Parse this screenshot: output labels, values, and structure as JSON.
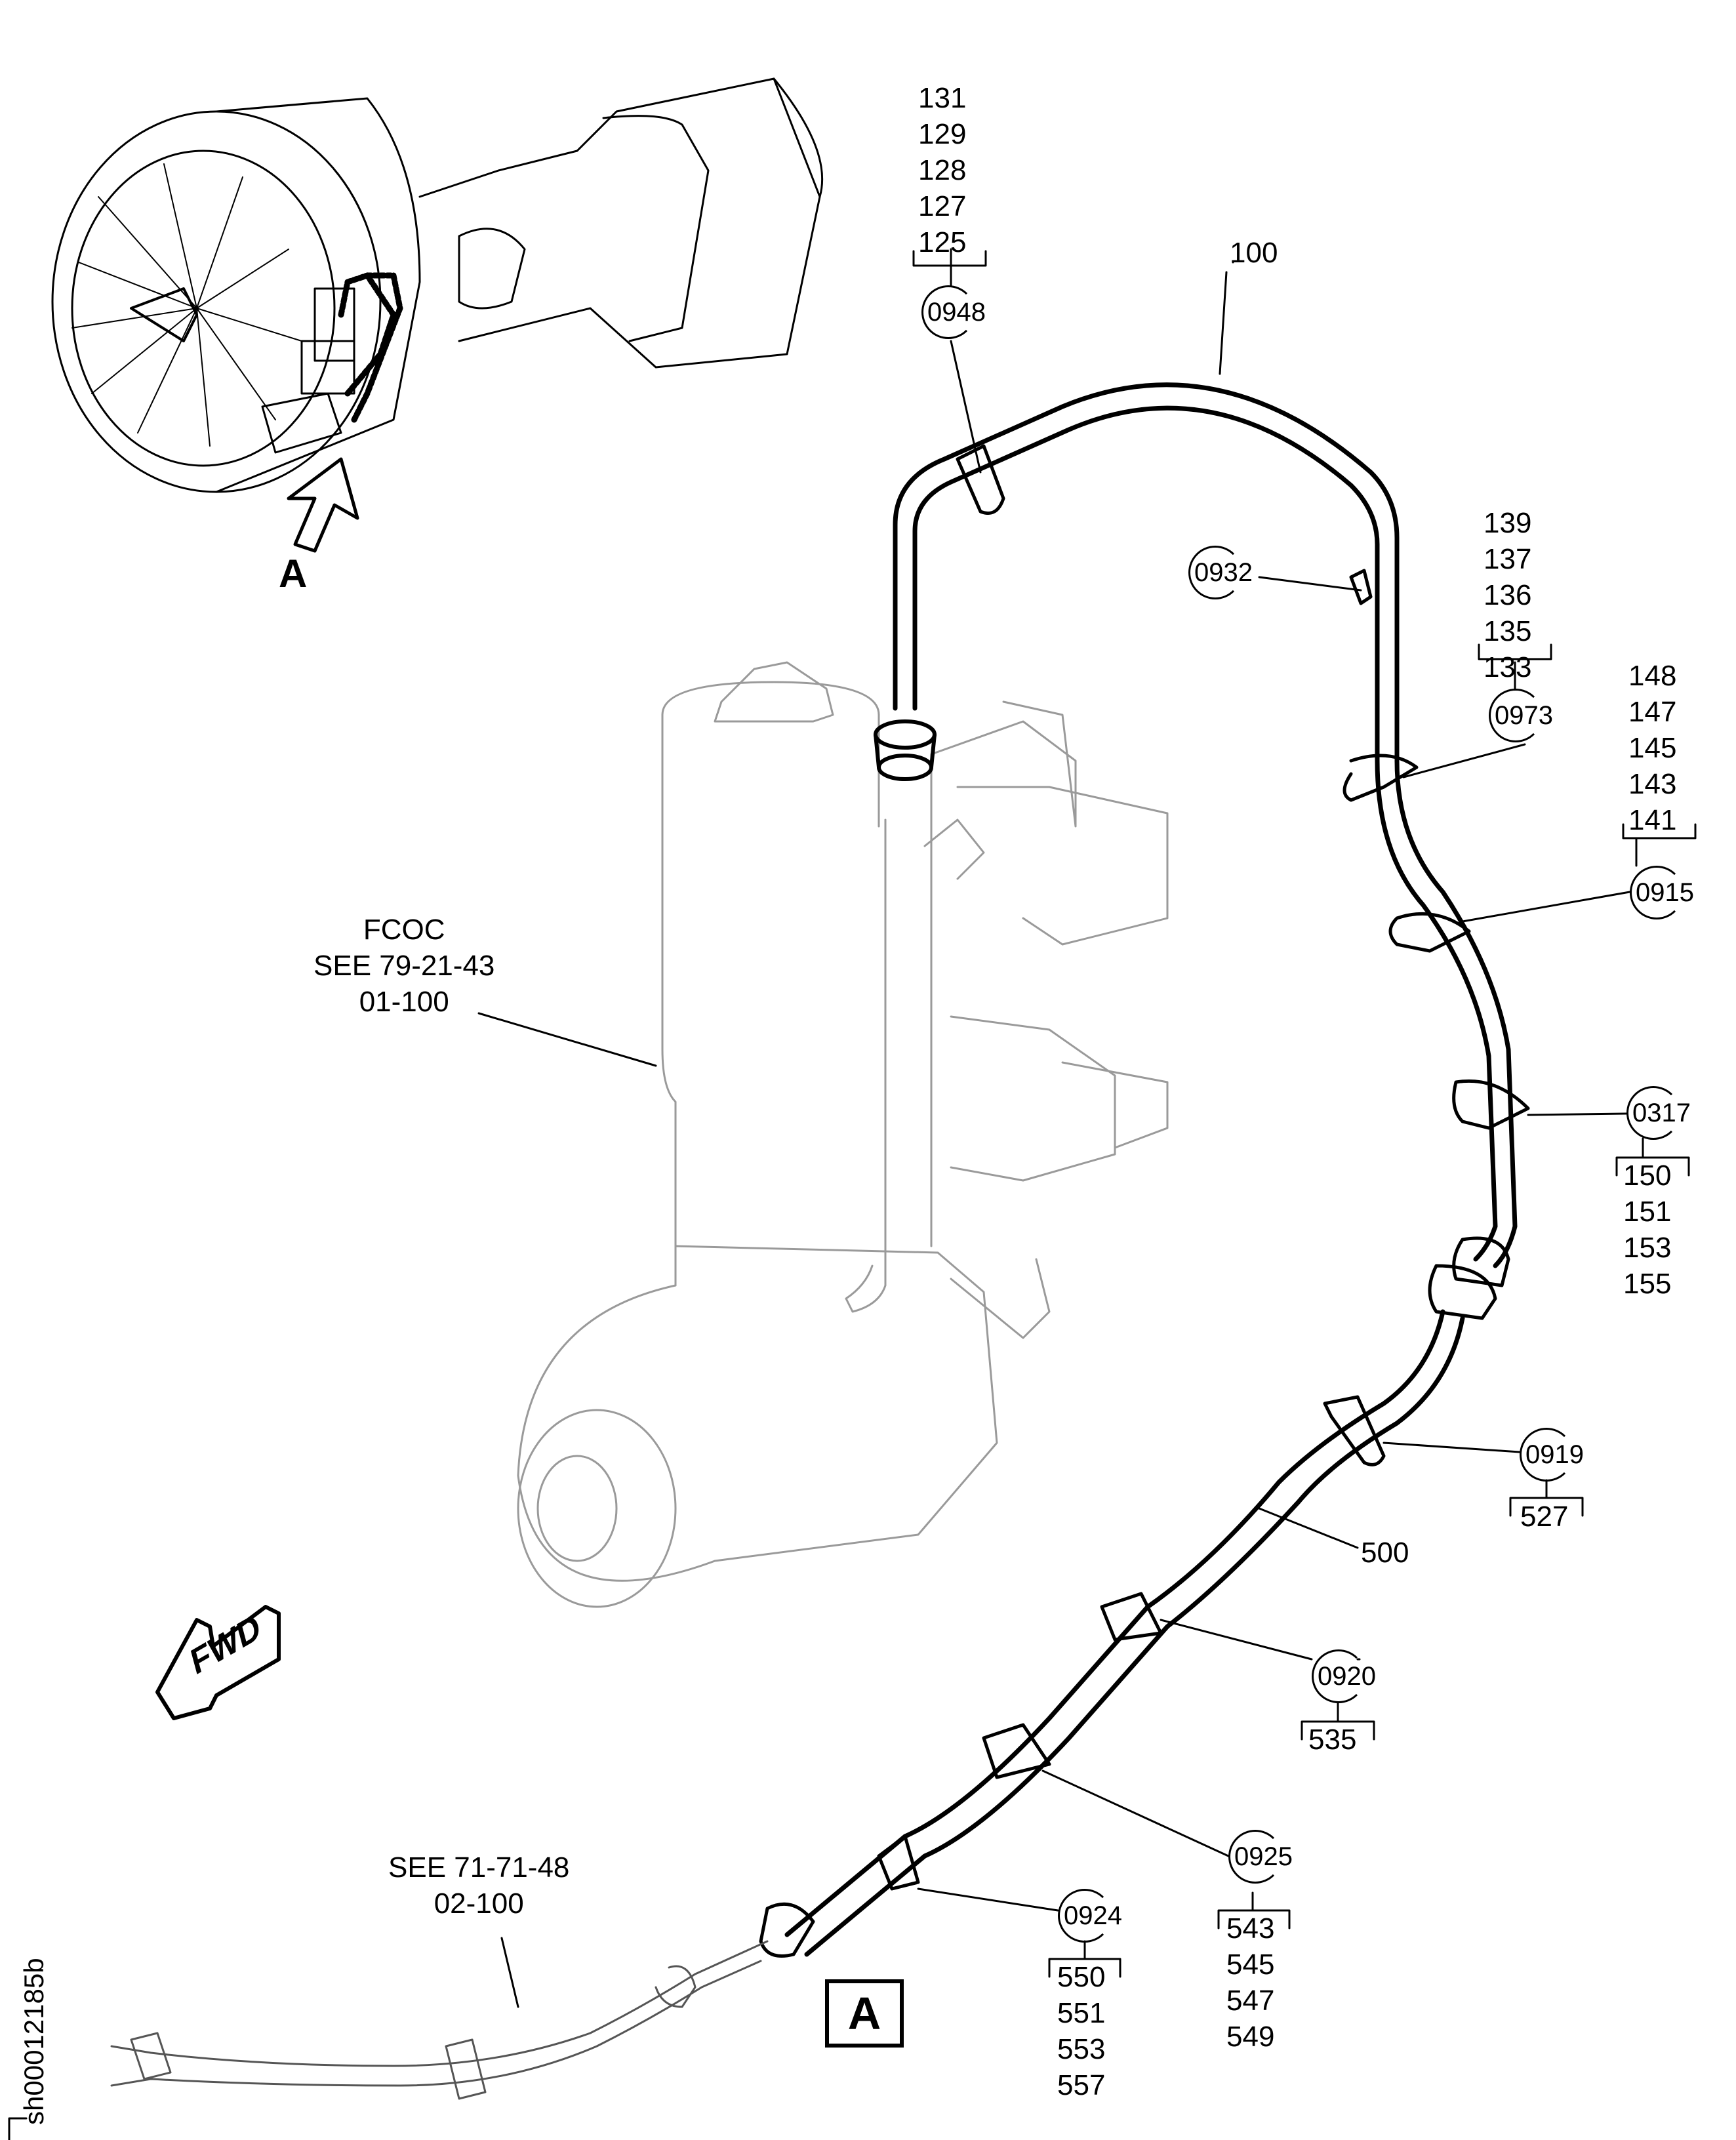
{
  "figure": {
    "type": "aircraft maintenance illustrated parts diagram",
    "sheet_id": "sh00012185b",
    "view_label": "A",
    "view_box_label": "A",
    "direction_arrow": "FWD",
    "colors": {
      "line": "#000000",
      "light_line": "#9a9a9a",
      "background": "#ffffff"
    }
  },
  "references": {
    "fcoc": {
      "line1": "FCOC",
      "line2": "SEE 79-21-43",
      "line3": "01-100"
    },
    "downstream": {
      "line1": "SEE 71-71-48",
      "line2": "02-100"
    }
  },
  "item_labels": {
    "tube_upper": "100",
    "tube_lower": "500"
  },
  "callouts": [
    {
      "id": "0948",
      "items": [
        "131",
        "129",
        "128",
        "127",
        "125"
      ]
    },
    {
      "id": "0932",
      "items": []
    },
    {
      "id": "0973",
      "items": [
        "139",
        "137",
        "136",
        "135",
        "133"
      ]
    },
    {
      "id": "0915",
      "items": [
        "148",
        "147",
        "145",
        "143",
        "141"
      ]
    },
    {
      "id": "0317",
      "items": [
        "150",
        "151",
        "153",
        "155"
      ]
    },
    {
      "id": "0919",
      "items": [
        "527"
      ]
    },
    {
      "id": "0920",
      "items": [
        "535"
      ]
    },
    {
      "id": "0925",
      "items": [
        "543",
        "545",
        "547",
        "549"
      ]
    },
    {
      "id": "0924",
      "items": [
        "550",
        "551",
        "553",
        "557"
      ]
    }
  ]
}
